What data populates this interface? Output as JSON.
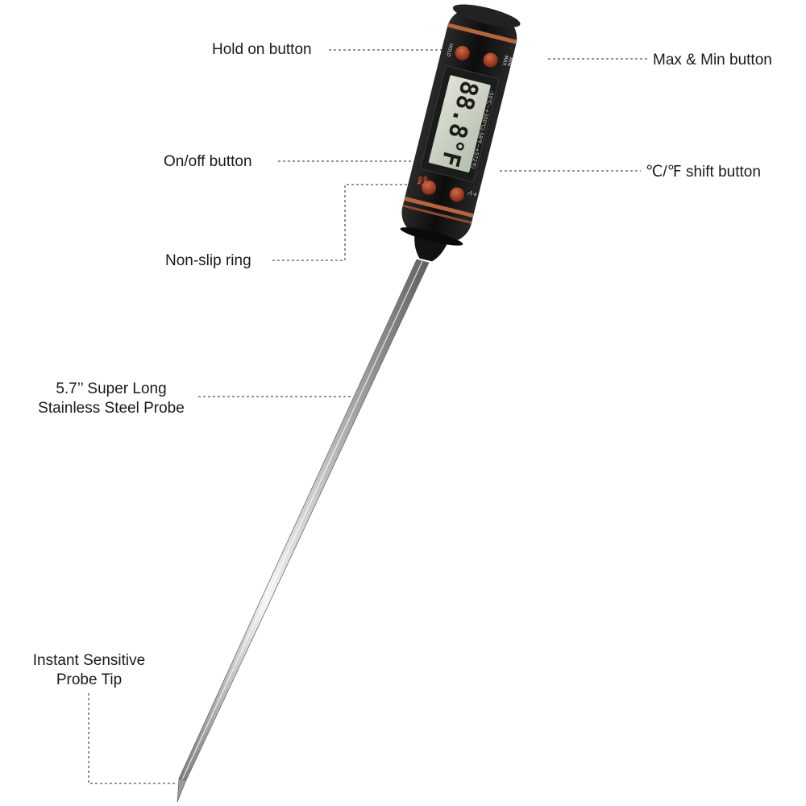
{
  "colors": {
    "background": "#ffffff",
    "body": "#141414",
    "accent_ring": "#b5653e",
    "button": "#a33b1c",
    "lcd": "#c9d0c0",
    "probe_light": "#f4f4f4",
    "probe_dark": "#6e6e6e",
    "leader": "#555555"
  },
  "labels": {
    "hold_on": "Hold on button",
    "max_min": "Max & Min button",
    "on_off": "On/off button",
    "unit_shift": "℃/℉ shift button",
    "non_slip": "Non-slip ring",
    "probe_line1": "5.7’’ Super Long",
    "probe_line2": "Stainless Steel Probe",
    "tip_line1": "Instant Sensitive",
    "tip_line2": "Probe Tip"
  },
  "device": {
    "display_value": "88.8°F",
    "hold_mark": "HOLD",
    "maxmin_mark_1": "MAX",
    "maxmin_mark_2": "MIN",
    "on_mark": "ON",
    "off_mark": "OFF",
    "unit_mark_1": "℃",
    "unit_mark_2": "℉",
    "range_text": "-50℃~+300℃(-58℉~+572℉)"
  }
}
